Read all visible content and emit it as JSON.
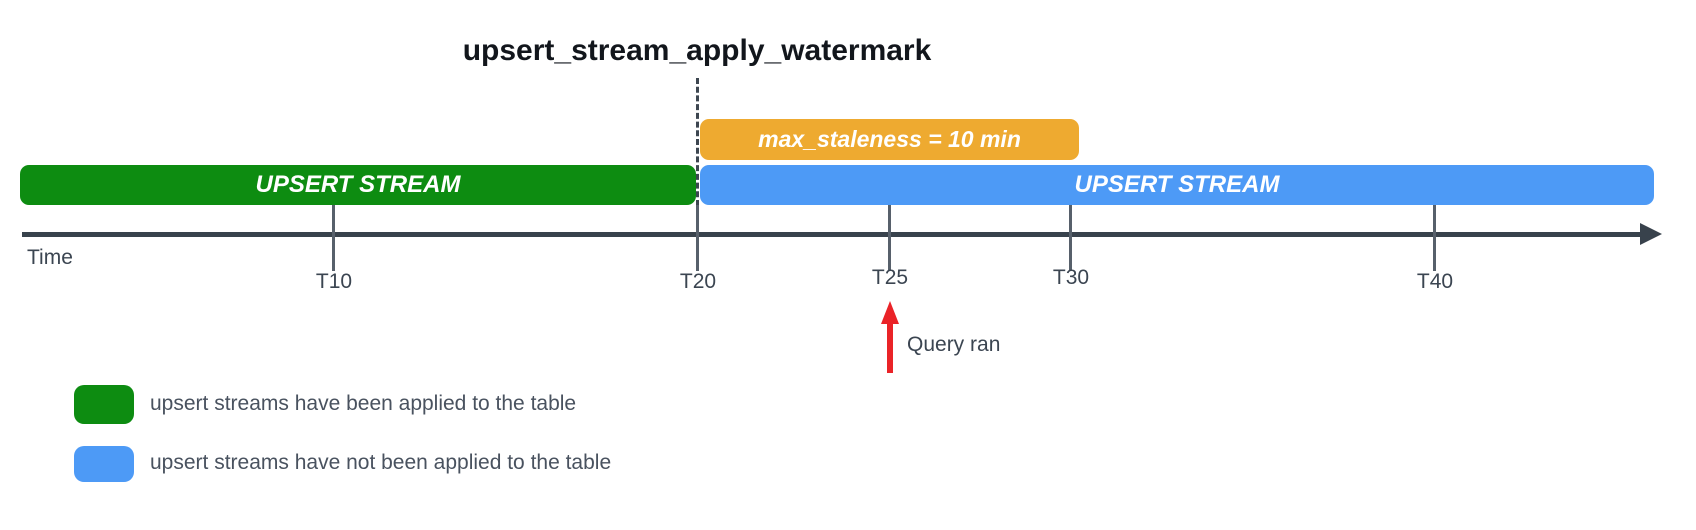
{
  "title": "upsert_stream_apply_watermark",
  "colors": {
    "green": "#0d8c11",
    "blue": "#4d9af6",
    "orange": "#eeaa30",
    "axis": "#38424c",
    "tick": "#57606b",
    "label": "#3b4551",
    "legend_text": "#49525f",
    "red": "#ea2328",
    "dash": "#3d4650",
    "title": "#12161c"
  },
  "icons": {
    "axis_arrowhead": "right-arrowhead-triangle",
    "query_arrow": "red-up-arrow"
  },
  "staleness_bar": {
    "label": "max_staleness = 10 min"
  },
  "bars": {
    "applied": {
      "label": "UPSERT STREAM"
    },
    "not_applied": {
      "label": "UPSERT STREAM"
    }
  },
  "axis": {
    "label": "Time"
  },
  "ticks": [
    "T10",
    "T20",
    "T25",
    "T30",
    "T40"
  ],
  "annotation": {
    "label": "Query ran"
  },
  "legend": [
    {
      "swatch": "green",
      "label": "upsert streams have been applied to the table"
    },
    {
      "swatch": "blue",
      "label": "upsert streams have not been applied to the table"
    }
  ]
}
